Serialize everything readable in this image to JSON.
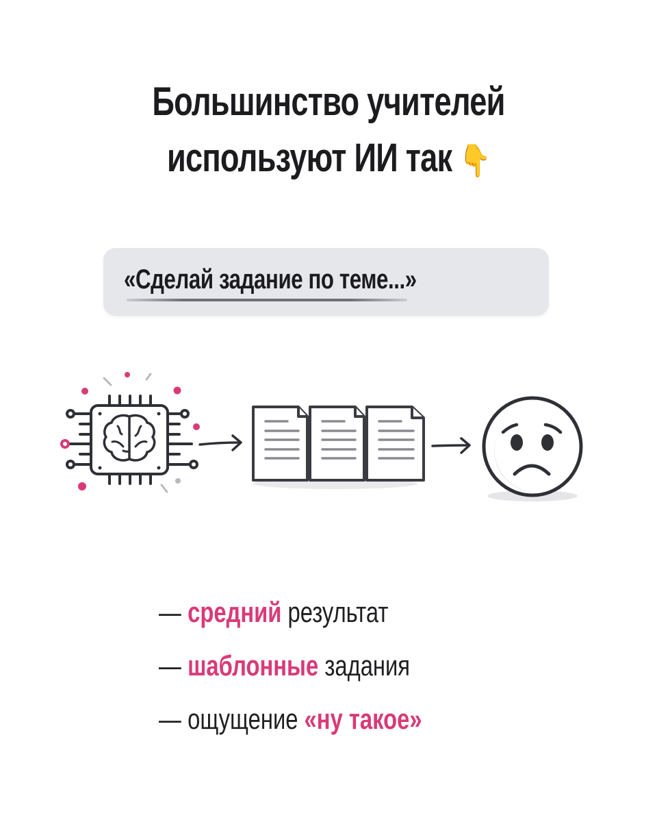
{
  "title": {
    "line1": "Большинство учителей",
    "line2": "используют ИИ так",
    "emoji": "👇",
    "emoji_name": "pointing-down-hand-icon"
  },
  "prompt": {
    "text": "«Сделай задание по теме...»"
  },
  "flow": {
    "steps": [
      {
        "icon": "ai-chip-brain-icon",
        "description": "AI chip with brain"
      },
      {
        "icon": "arrow-right-icon"
      },
      {
        "icon": "documents-icon",
        "count": 3,
        "description": "three identical documents"
      },
      {
        "icon": "arrow-right-icon"
      },
      {
        "icon": "sad-face-icon",
        "description": "worried sad face"
      }
    ]
  },
  "bullets": [
    {
      "dash": "—",
      "accent": "средний",
      "text": " результат",
      "accent_first": true
    },
    {
      "dash": "—",
      "accent": "шаблонные",
      "text": " задания",
      "accent_first": true
    },
    {
      "dash": "—",
      "text": "ощущение ",
      "accent": "«ну такое»",
      "accent_first": false
    }
  ],
  "colors": {
    "background": "#ffffff",
    "text": "#1f1f22",
    "accent": "#d93a78",
    "prompt_bg": "#e6e7ea",
    "icon_stroke": "#2e3036"
  }
}
